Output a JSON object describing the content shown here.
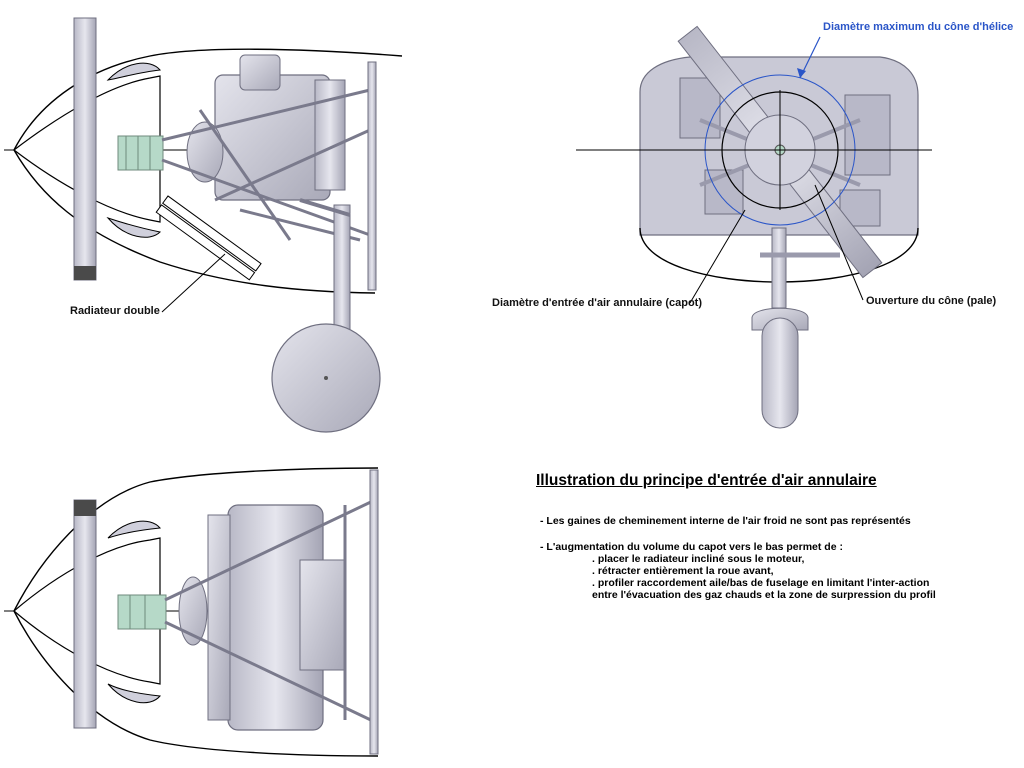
{
  "labels": {
    "radiateur_double": "Radiateur double",
    "diametre_maximum": "Diamètre maximum du cône d'hélice",
    "diametre_entree": "Diamètre d'entrée d'air annulaire (capot)",
    "ouverture_cone": "Ouverture du cône (pale)"
  },
  "text": {
    "title": "Illustration du principe d'entrée d'air annulaire",
    "note1": "- Les gaines de cheminement interne de l'air froid ne sont pas représentés",
    "note2": "- L'augmentation du volume du capot vers le bas permet de :",
    "item1": ". placer le radiateur incliné sous le moteur,",
    "item2": ". rétracter entièrement la roue avant,",
    "item3": ". profiler raccordement aile/bas de fuselage en limitant l'inter-action",
    "item4": "entre l'évacuation des gaz chauds et la zone de surpression du profil"
  },
  "colors": {
    "part_fill": "#c9c9d6",
    "part_stroke": "#6f6f80",
    "line": "#000000",
    "accent_blue": "#2a55c8",
    "propeller_tip": "#4a4a4a",
    "hub_green": "#b6d9c8"
  }
}
